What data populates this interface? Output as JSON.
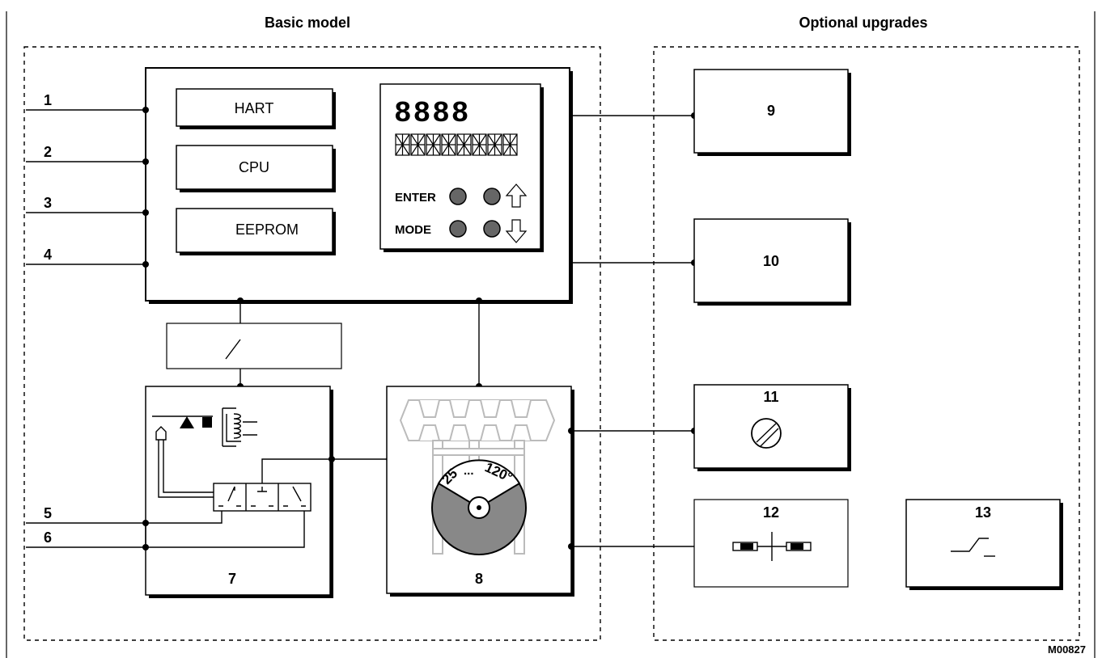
{
  "sections": {
    "basic": "Basic model",
    "optional": "Optional upgrades"
  },
  "modules": {
    "hart": "HART",
    "cpu": "CPU",
    "eeprom": "EEPROM"
  },
  "display": {
    "digits": "8888",
    "enter_label": "ENTER",
    "mode_label": "MODE"
  },
  "terminals": [
    "1",
    "2",
    "3",
    "4",
    "5",
    "6"
  ],
  "blocks": {
    "pneumatic": "7",
    "feedback": "8",
    "option_9": "9",
    "option_10": "10",
    "option_11": "11",
    "option_12": "12",
    "option_13": "13"
  },
  "dial": {
    "range_low": "25",
    "range_sep": "...",
    "range_high": "120°"
  },
  "figure_id": "M00827",
  "icons": {
    "up_arrow": "arrow-up-icon",
    "down_arrow": "arrow-down-icon",
    "switch": "switch-icon",
    "coil": "coil-icon",
    "valve": "valve-icon",
    "potentiometer": "potentiometer-icon",
    "limit_switch": "limit-switch-icon",
    "proximity_switch": "proximity-switch-icon"
  }
}
